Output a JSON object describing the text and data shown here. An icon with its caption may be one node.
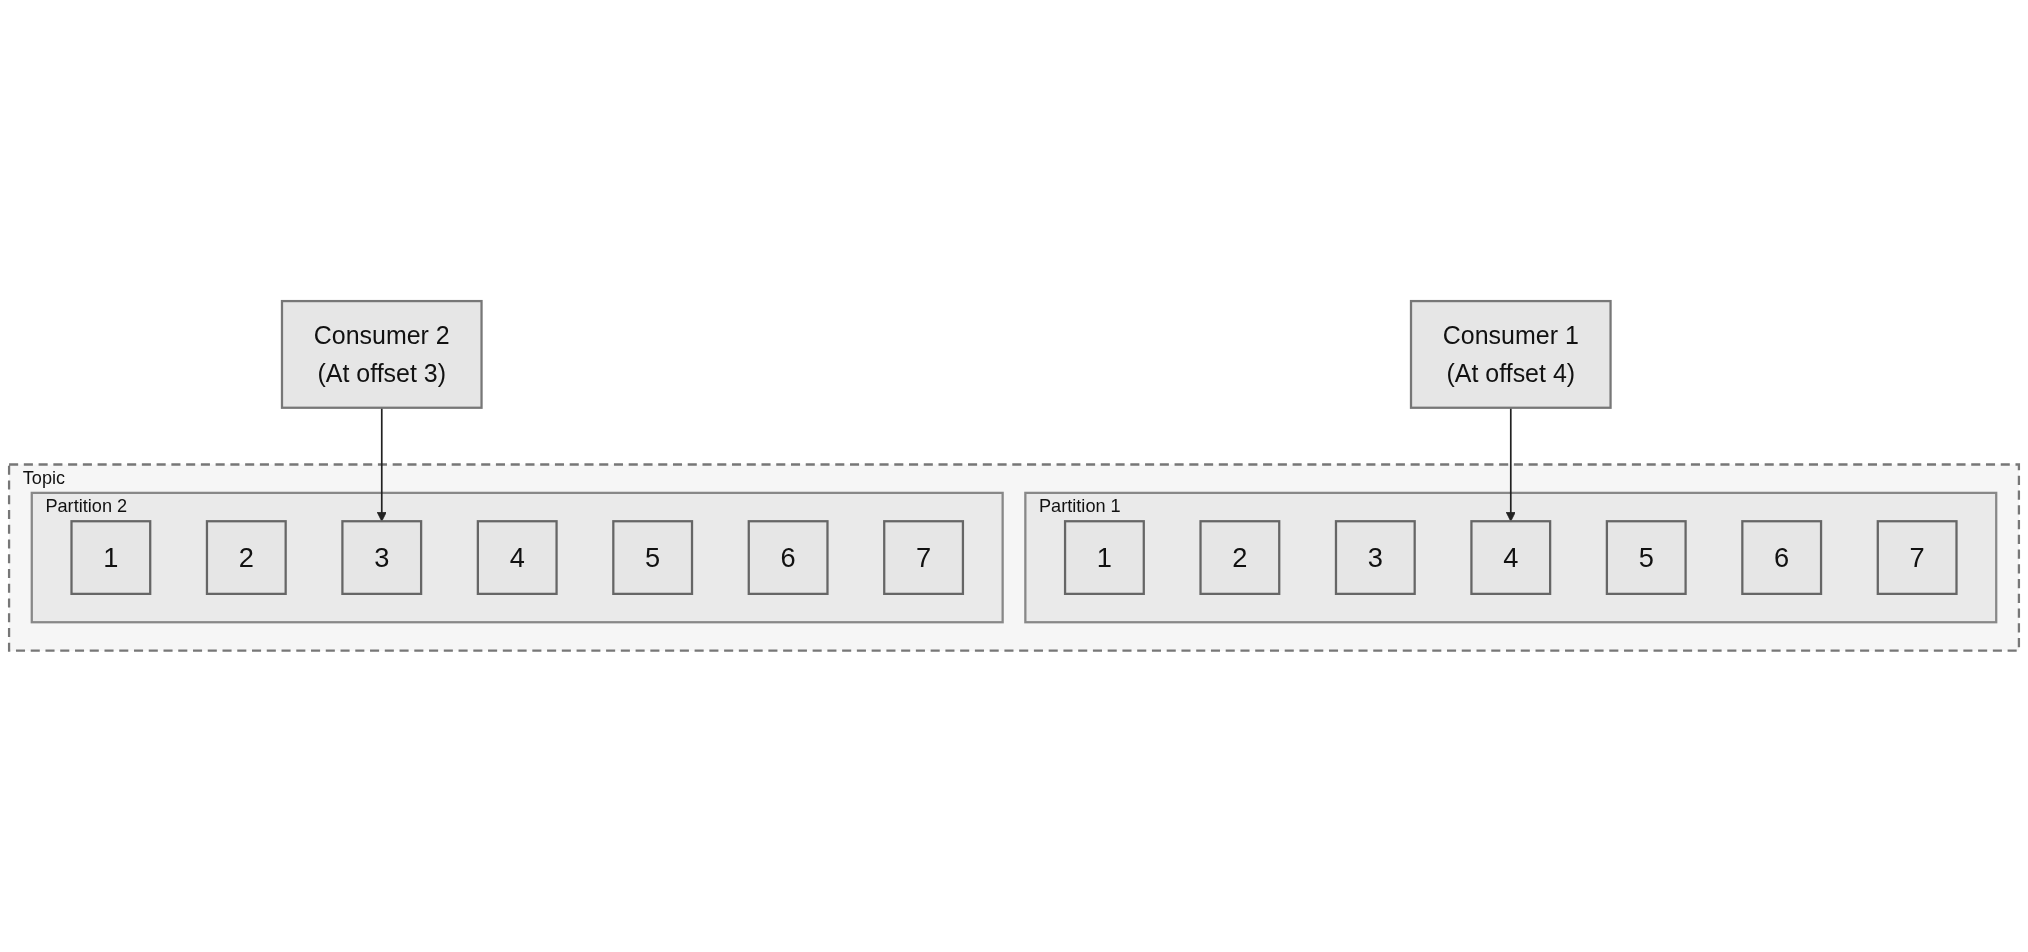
{
  "diagram": {
    "nodes": [
      {
        "text": [
          "Consumer 1",
          "(At offset 4)"
        ]
      },
      {
        "text": [
          "Consumer 2",
          "(At offset 3)"
        ]
      },
      {
        "text": [
          "Topic"
        ]
      },
      {
        "text": [
          "Partition 1"
        ],
        "in": 2
      },
      {
        "text": [
          "1"
        ],
        "in": 3
      },
      {
        "text": [
          "2"
        ],
        "in": 3
      },
      {
        "text": [
          "3"
        ],
        "in": 3
      },
      {
        "text": [
          "4"
        ],
        "in": 3
      },
      {
        "text": [
          "5"
        ],
        "in": 3
      },
      {
        "text": [
          "6"
        ],
        "in": 3
      },
      {
        "text": [
          "7"
        ],
        "in": 3
      },
      {
        "text": [
          "Partition 2"
        ],
        "in": 2
      },
      {
        "text": [
          "1"
        ],
        "in": 11
      },
      {
        "text": [
          "2"
        ],
        "in": 11
      },
      {
        "text": [
          "3"
        ],
        "in": 11
      },
      {
        "text": [
          "4"
        ],
        "in": 11
      },
      {
        "text": [
          "5"
        ],
        "in": 11
      },
      {
        "text": [
          "6"
        ],
        "in": 11
      },
      {
        "text": [
          "7"
        ],
        "in": 11
      }
    ],
    "edges": [
      {
        "from": 0,
        "to": 7,
        "arrow": "to"
      },
      {
        "from": 1,
        "to": 14,
        "arrow": "to"
      }
    ]
  }
}
